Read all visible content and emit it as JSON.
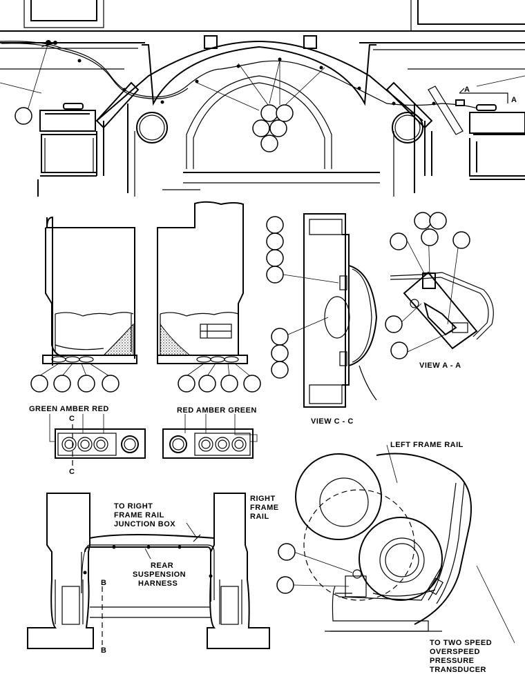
{
  "labels": {
    "colors_left": "GREEN  AMBER  RED",
    "colors_right": "RED  AMBER  GREEN",
    "section_c": "C",
    "section_a": "A",
    "section_b": "B",
    "view_cc": "VIEW  C - C",
    "view_aa": "VIEW  A - A",
    "left_frame_rail": "LEFT FRAME RAIL",
    "to_right_frame_rail_1": "TO RIGHT",
    "to_right_frame_rail_2": "FRAME RAIL",
    "to_right_frame_rail_3": "JUNCTION BOX",
    "right_frame_rail_1": "RIGHT",
    "right_frame_rail_2": "FRAME",
    "right_frame_rail_3": "RAIL",
    "rear_susp_1": "REAR",
    "rear_susp_2": "SUSPENSION",
    "rear_susp_3": "HARNESS",
    "transducer_1": "TO TWO SPEED",
    "transducer_2": "OVERSPEED",
    "transducer_3": "PRESSURE",
    "transducer_4": "TRANSDUCER"
  }
}
